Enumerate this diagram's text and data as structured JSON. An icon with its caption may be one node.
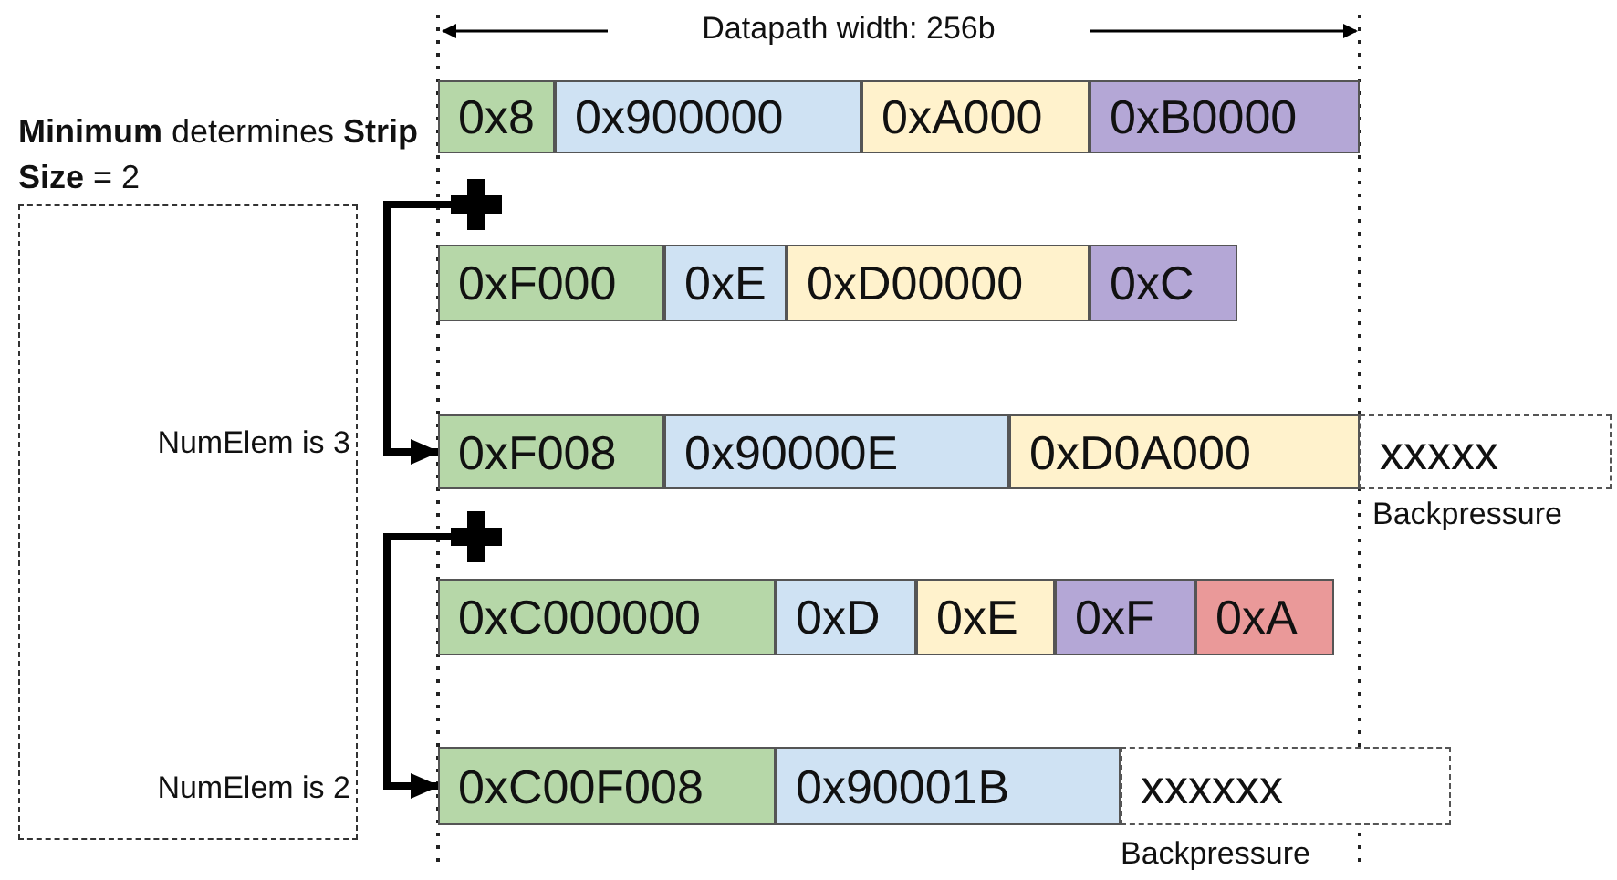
{
  "diagram": {
    "nodes": [
      {
        "text": [
          "0x8"
        ]
      },
      {
        "text": [
          "0x900000"
        ]
      },
      {
        "text": [
          "0xA000"
        ]
      },
      {
        "text": [
          "0xB0000"
        ]
      },
      {
        "text": [],
        "shape": "cross"
      },
      {
        "text": [
          "0xF000"
        ]
      },
      {
        "text": [
          "0xE"
        ]
      },
      {
        "text": [
          "0xD00000"
        ]
      },
      {
        "text": [
          "0xC"
        ]
      },
      {
        "text": [
          "NumElem is 3",
          "NumElem is 2"
        ]
      },
      {
        "text": [
          "0xF008"
        ]
      },
      {
        "text": [
          "0x90000E"
        ]
      },
      {
        "text": [
          "0xD0A000"
        ]
      },
      {
        "text": [
          "xxxxx"
        ],
        "beside": [
          "Backpressure"
        ]
      },
      {
        "text": [],
        "shape": "cross"
      },
      {
        "text": [
          "0xC000000"
        ]
      },
      {
        "text": [
          "0xD"
        ]
      },
      {
        "text": [
          "0xE"
        ]
      },
      {
        "text": [
          "0xF"
        ]
      },
      {
        "text": [
          "0xA"
        ]
      },
      {
        "text": [
          "0xC00F008"
        ]
      },
      {
        "text": [
          "0x90001B"
        ]
      },
      {
        "text": [
          "xxxxxx"
        ],
        "beside": [
          "Backpressure"
        ]
      }
    ],
    "edges": [
      {
        "from": 4,
        "to": 10,
        "arrow": "to"
      },
      {
        "from": 14,
        "to": 20,
        "arrow": "to"
      }
    ],
    "labels": [
      "Datapath width: 256b",
      "**Minimum** determines **Strip Size** = 2"
    ]
  }
}
